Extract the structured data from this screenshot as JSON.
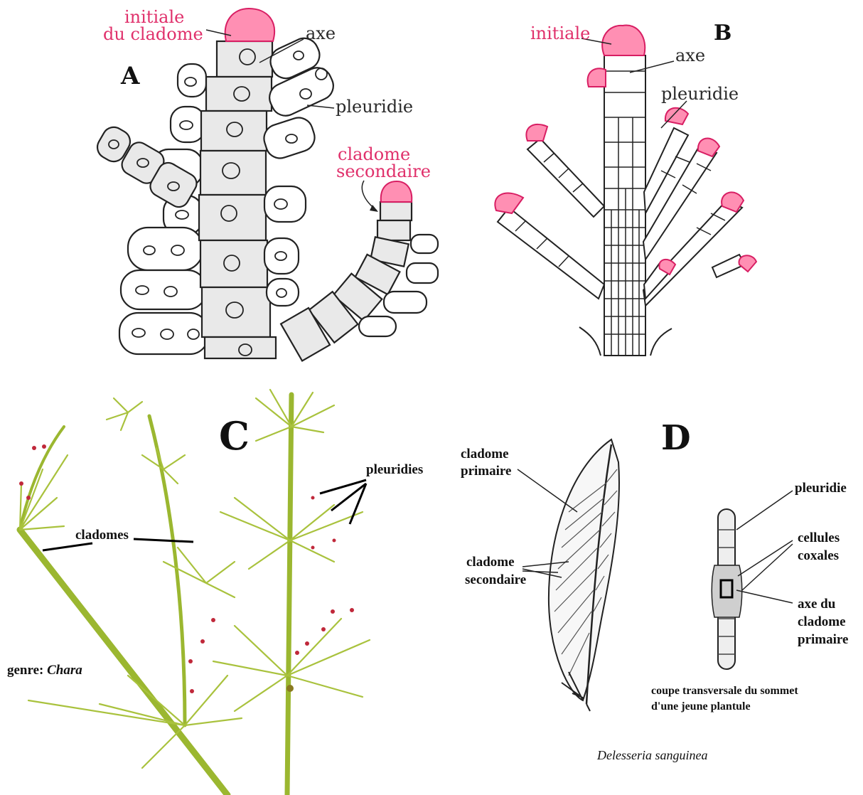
{
  "panels": {
    "A": {
      "letter": "A",
      "labels": {
        "initiale_line1": "initiale",
        "initiale_line2": "du cladome",
        "axe": "axe",
        "pleuridie": "pleuridie",
        "cladome_line1": "cladome",
        "cladome_line2": "secondaire"
      },
      "colors": {
        "label": "#e0306b",
        "tip": "#ff8fb3",
        "cell": "#e9e9e9"
      }
    },
    "B": {
      "letter": "B",
      "labels": {
        "initiale": "initiale",
        "axe": "axe",
        "pleuridie": "pleuridie"
      }
    },
    "C": {
      "letter": "C",
      "labels": {
        "pleuridies": "pleuridies",
        "cladomes": "cladomes",
        "genre_prefix": "genre: ",
        "genre_name": "Chara"
      },
      "colors": {
        "plant": "#9bb730",
        "spore": "#c0283a"
      }
    },
    "D": {
      "letter": "D",
      "labels": {
        "cladome_primaire_line1": "cladome",
        "cladome_primaire_line2": "primaire",
        "cladome_secondaire_line1": "cladome",
        "cladome_secondaire_line2": "secondaire",
        "pleuridie": "pleuridie",
        "cellules_line1": "cellules",
        "cellules_line2": "coxales",
        "axe_line1": "axe du",
        "axe_line2": "cladome",
        "axe_line3": "primaire",
        "coupe_line1": "coupe transversale du sommet",
        "coupe_line2": "d'une jeune plantule",
        "species": "Delesseria sanguinea"
      }
    }
  }
}
